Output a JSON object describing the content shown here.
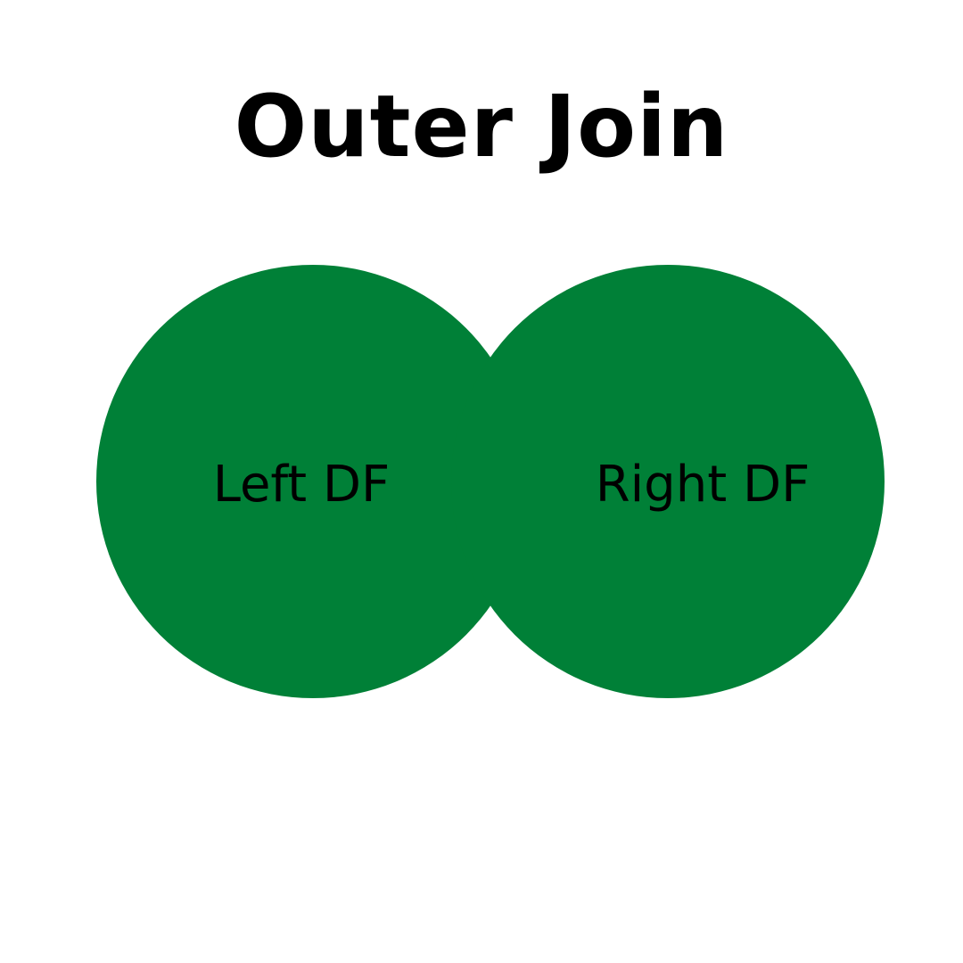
{
  "diagram": {
    "title": "Outer Join",
    "left_set": {
      "label": "Left DF"
    },
    "right_set": {
      "label": "Right DF"
    },
    "fill_color": "#008037",
    "text_color": "#000000",
    "background": "#ffffff"
  }
}
